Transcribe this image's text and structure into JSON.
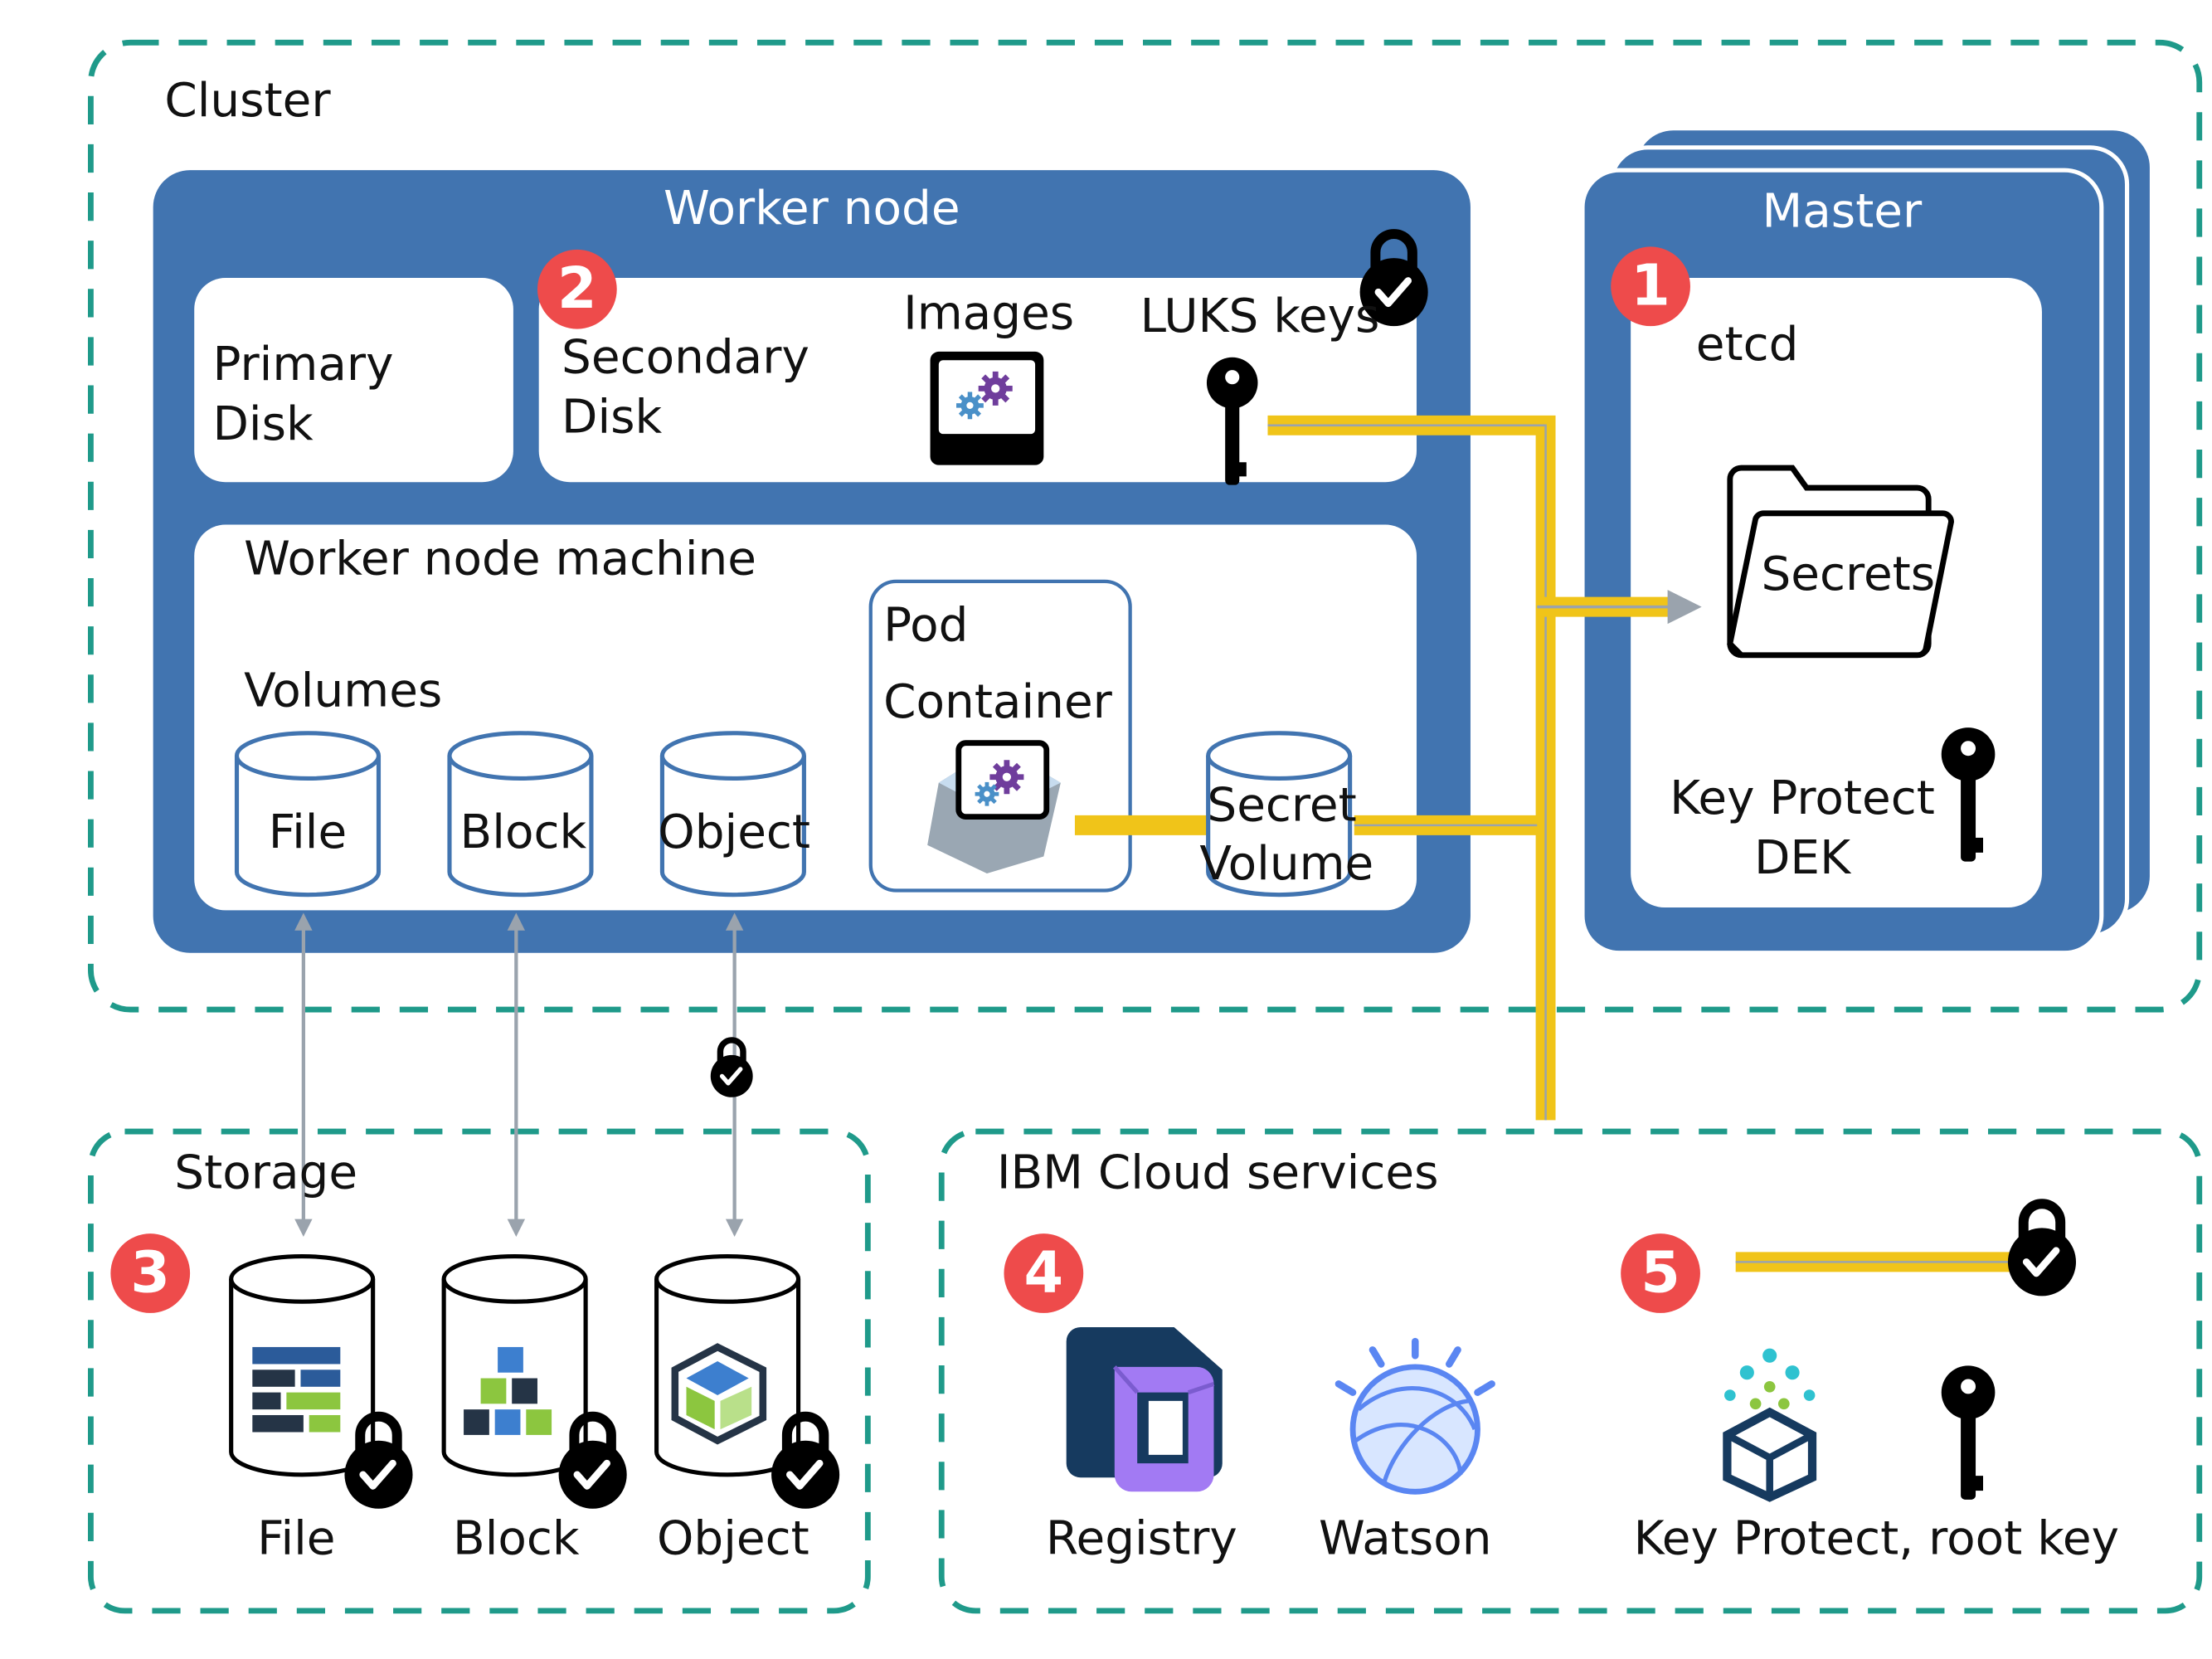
{
  "colors": {
    "dashed_border": "#1f9a8a",
    "node_blue": "#4174b0",
    "connector_yellow": "#f0c419",
    "badge_red": "#ee4b4b",
    "arrow_gray": "#9aa3ad"
  },
  "cluster": {
    "title": "Cluster",
    "worker_node": {
      "title": "Worker node",
      "primary_disk_line1": "Primary",
      "primary_disk_line2": "Disk",
      "secondary_disk": {
        "badge": "2",
        "label_line1": "Secondary",
        "label_line2": "Disk",
        "images_label": "Images",
        "luks_label": "LUKS keys"
      },
      "machine": {
        "title": "Worker node machine",
        "volumes_label": "Volumes",
        "volumes": [
          "File",
          "Block",
          "Object"
        ],
        "pod": {
          "pod_label": "Pod",
          "container_label": "Container"
        },
        "secret_volume_line1": "Secret",
        "secret_volume_line2": "Volume"
      }
    },
    "master": {
      "title": "Master",
      "badge": "1",
      "etcd_label": "etcd",
      "secrets_label": "Secrets",
      "kp_dek_line1": "Key Protect",
      "kp_dek_line2": "DEK"
    }
  },
  "storage": {
    "title": "Storage",
    "badge": "3",
    "items": [
      "File",
      "Block",
      "Object"
    ]
  },
  "ibm_cloud": {
    "title": "IBM Cloud services",
    "badge_registry": "4",
    "badge_kp": "5",
    "registry_label": "Registry",
    "watson_label": "Watson",
    "key_protect_label": "Key Protect, root key"
  }
}
